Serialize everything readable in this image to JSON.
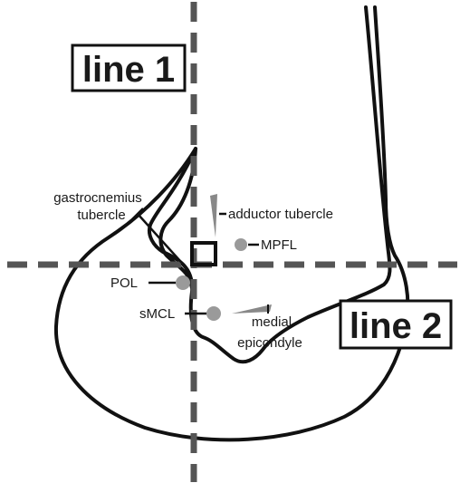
{
  "labels": {
    "line1": "line 1",
    "line2": "line 2",
    "gastrocnemius_line1": "gastrocnemius",
    "gastrocnemius_line2": "tubercle",
    "adductor": "adductor tubercle",
    "mpfl": "MPFL",
    "pol": "POL",
    "smcl": "sMCL",
    "medial_line1": "medial",
    "medial_line2": "epicondyle"
  },
  "colors": {
    "outline": "#111111",
    "dashed_line": "#555555",
    "landmark_dot": "#9a9a9a",
    "wedge": "#888888"
  }
}
